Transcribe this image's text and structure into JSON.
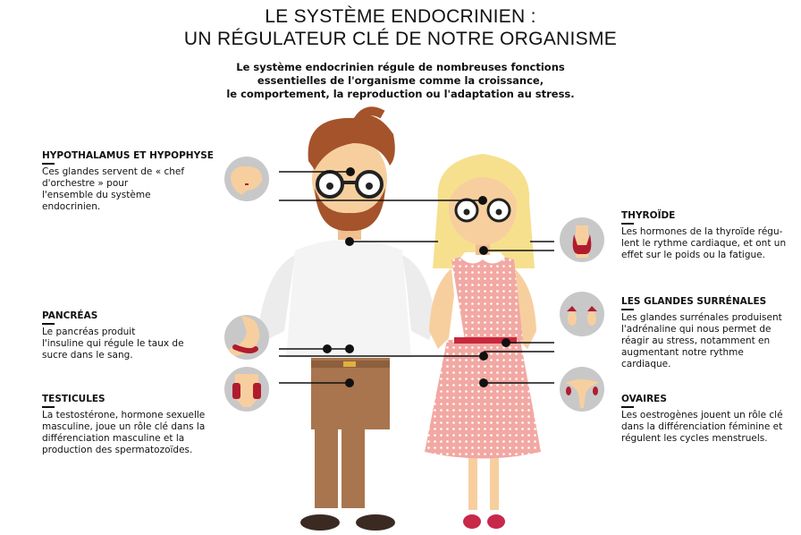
{
  "title": {
    "line1": "LE SYSTÈME ENDOCRINIEN :",
    "line2": "UN RÉGULATEUR CLÉ DE NOTRE ORGANISME"
  },
  "intro": {
    "line1": "Le système endocrinien régule de nombreuses fonctions",
    "line2": "essentielles de l'organisme comme la croissance,",
    "line3": "le comportement, la reproduction ou  l'adaptation au stress."
  },
  "glands": {
    "hypothalamus": {
      "title": "HYPOTHALAMUS ET HYPOPHYSE",
      "text": [
        "Ces glandes servent de « chef",
        "d'orchestre » pour",
        "l'ensemble du système",
        "endocrinien."
      ],
      "icon": "brain-icon"
    },
    "pancreas": {
      "title": "PANCRÉAS",
      "text": [
        "Le pancréas produit",
        "l'insuline qui régule le taux de",
        "sucre dans le sang."
      ],
      "icon": "pancreas-icon"
    },
    "testicules": {
      "title": "TESTICULES",
      "text": [
        "La testostérone, hormone sexuelle",
        "masculine, joue un rôle clé dans la",
        "différenciation masculine et la",
        "production des spermatozoïdes."
      ],
      "icon": "testicles-icon"
    },
    "thyroide": {
      "title": "THYROÏDE",
      "text": [
        "Les hormones de la thyroïde régu-",
        "lent le rythme cardiaque, et ont un",
        "effet sur le poids ou la fatigue."
      ],
      "icon": "thyroid-icon"
    },
    "surrenales": {
      "title": "LES GLANDES SURRÉNALES",
      "text": [
        "Les glandes surrénales produisent",
        "l'adrénaline qui nous permet de",
        "réagir au stress, notamment en",
        "augmentant notre rythme",
        "cardiaque."
      ],
      "icon": "adrenal-icon"
    },
    "ovaires": {
      "title": "OVAIRES",
      "text": [
        "Les oestrogènes jouent un rôle clé",
        "dans la différenciation féminine et",
        "régulent les cycles menstruels."
      ],
      "icon": "ovaries-icon"
    }
  },
  "colors": {
    "organ": "#b01c2e",
    "skin": "#f7cf9f",
    "icon_bg": "#c8c8c8",
    "man_hair": "#a5532b",
    "woman_hair": "#f6e08e",
    "dress": "#f2a8a3"
  }
}
